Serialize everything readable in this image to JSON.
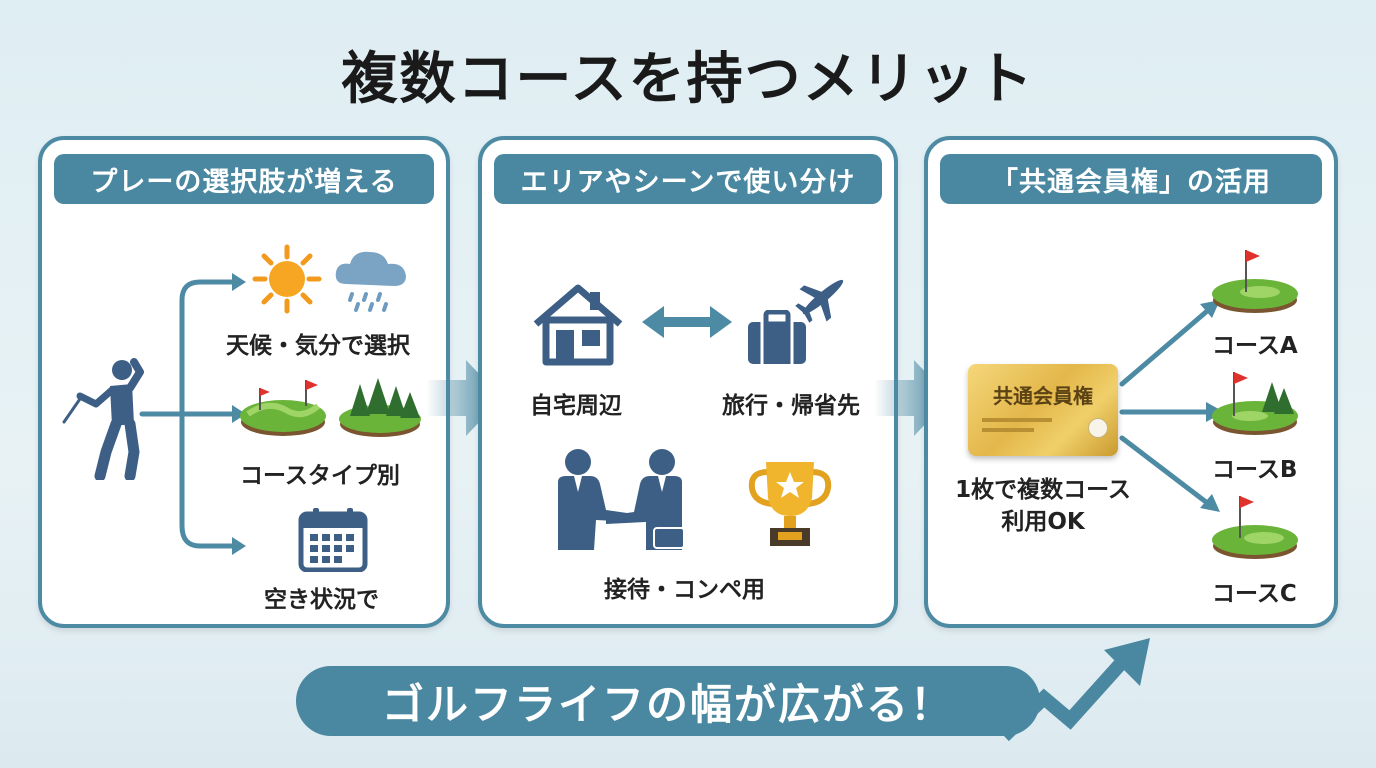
{
  "title": "複数コースを持つメリット",
  "panels": [
    {
      "heading": "プレーの選択肢が増える",
      "items": [
        "天候・気分で選択",
        "コースタイプ別",
        "空き状況で"
      ]
    },
    {
      "heading": "エリアやシーンで使い分け",
      "items": [
        "自宅周辺",
        "旅行・帰省先",
        "接待・コンペ用"
      ]
    },
    {
      "heading": "「共通会員権」の活用",
      "card_label": "共通会員権",
      "card_caption_1": "1枚で複数コース",
      "card_caption_2": "利用OK",
      "courses": [
        "コースA",
        "コースB",
        "コースC"
      ]
    }
  ],
  "banner": "ゴルフライフの幅が広がる！",
  "colors": {
    "accent": "#4a87a0",
    "icon_navy": "#3d5f86",
    "gold": "#e2b93d",
    "grass": "#6bb43a",
    "flag": "#e0322c"
  },
  "icons": [
    "golfer-icon",
    "sun-icon",
    "rain-cloud-icon",
    "golf-course-icon",
    "forest-course-icon",
    "calendar-icon",
    "house-icon",
    "two-way-arrow-icon",
    "airplane-icon",
    "suitcase-icon",
    "handshake-icon",
    "trophy-icon",
    "membership-card-icon",
    "course-a-icon",
    "course-b-icon",
    "course-c-icon",
    "growth-arrow-icon"
  ]
}
